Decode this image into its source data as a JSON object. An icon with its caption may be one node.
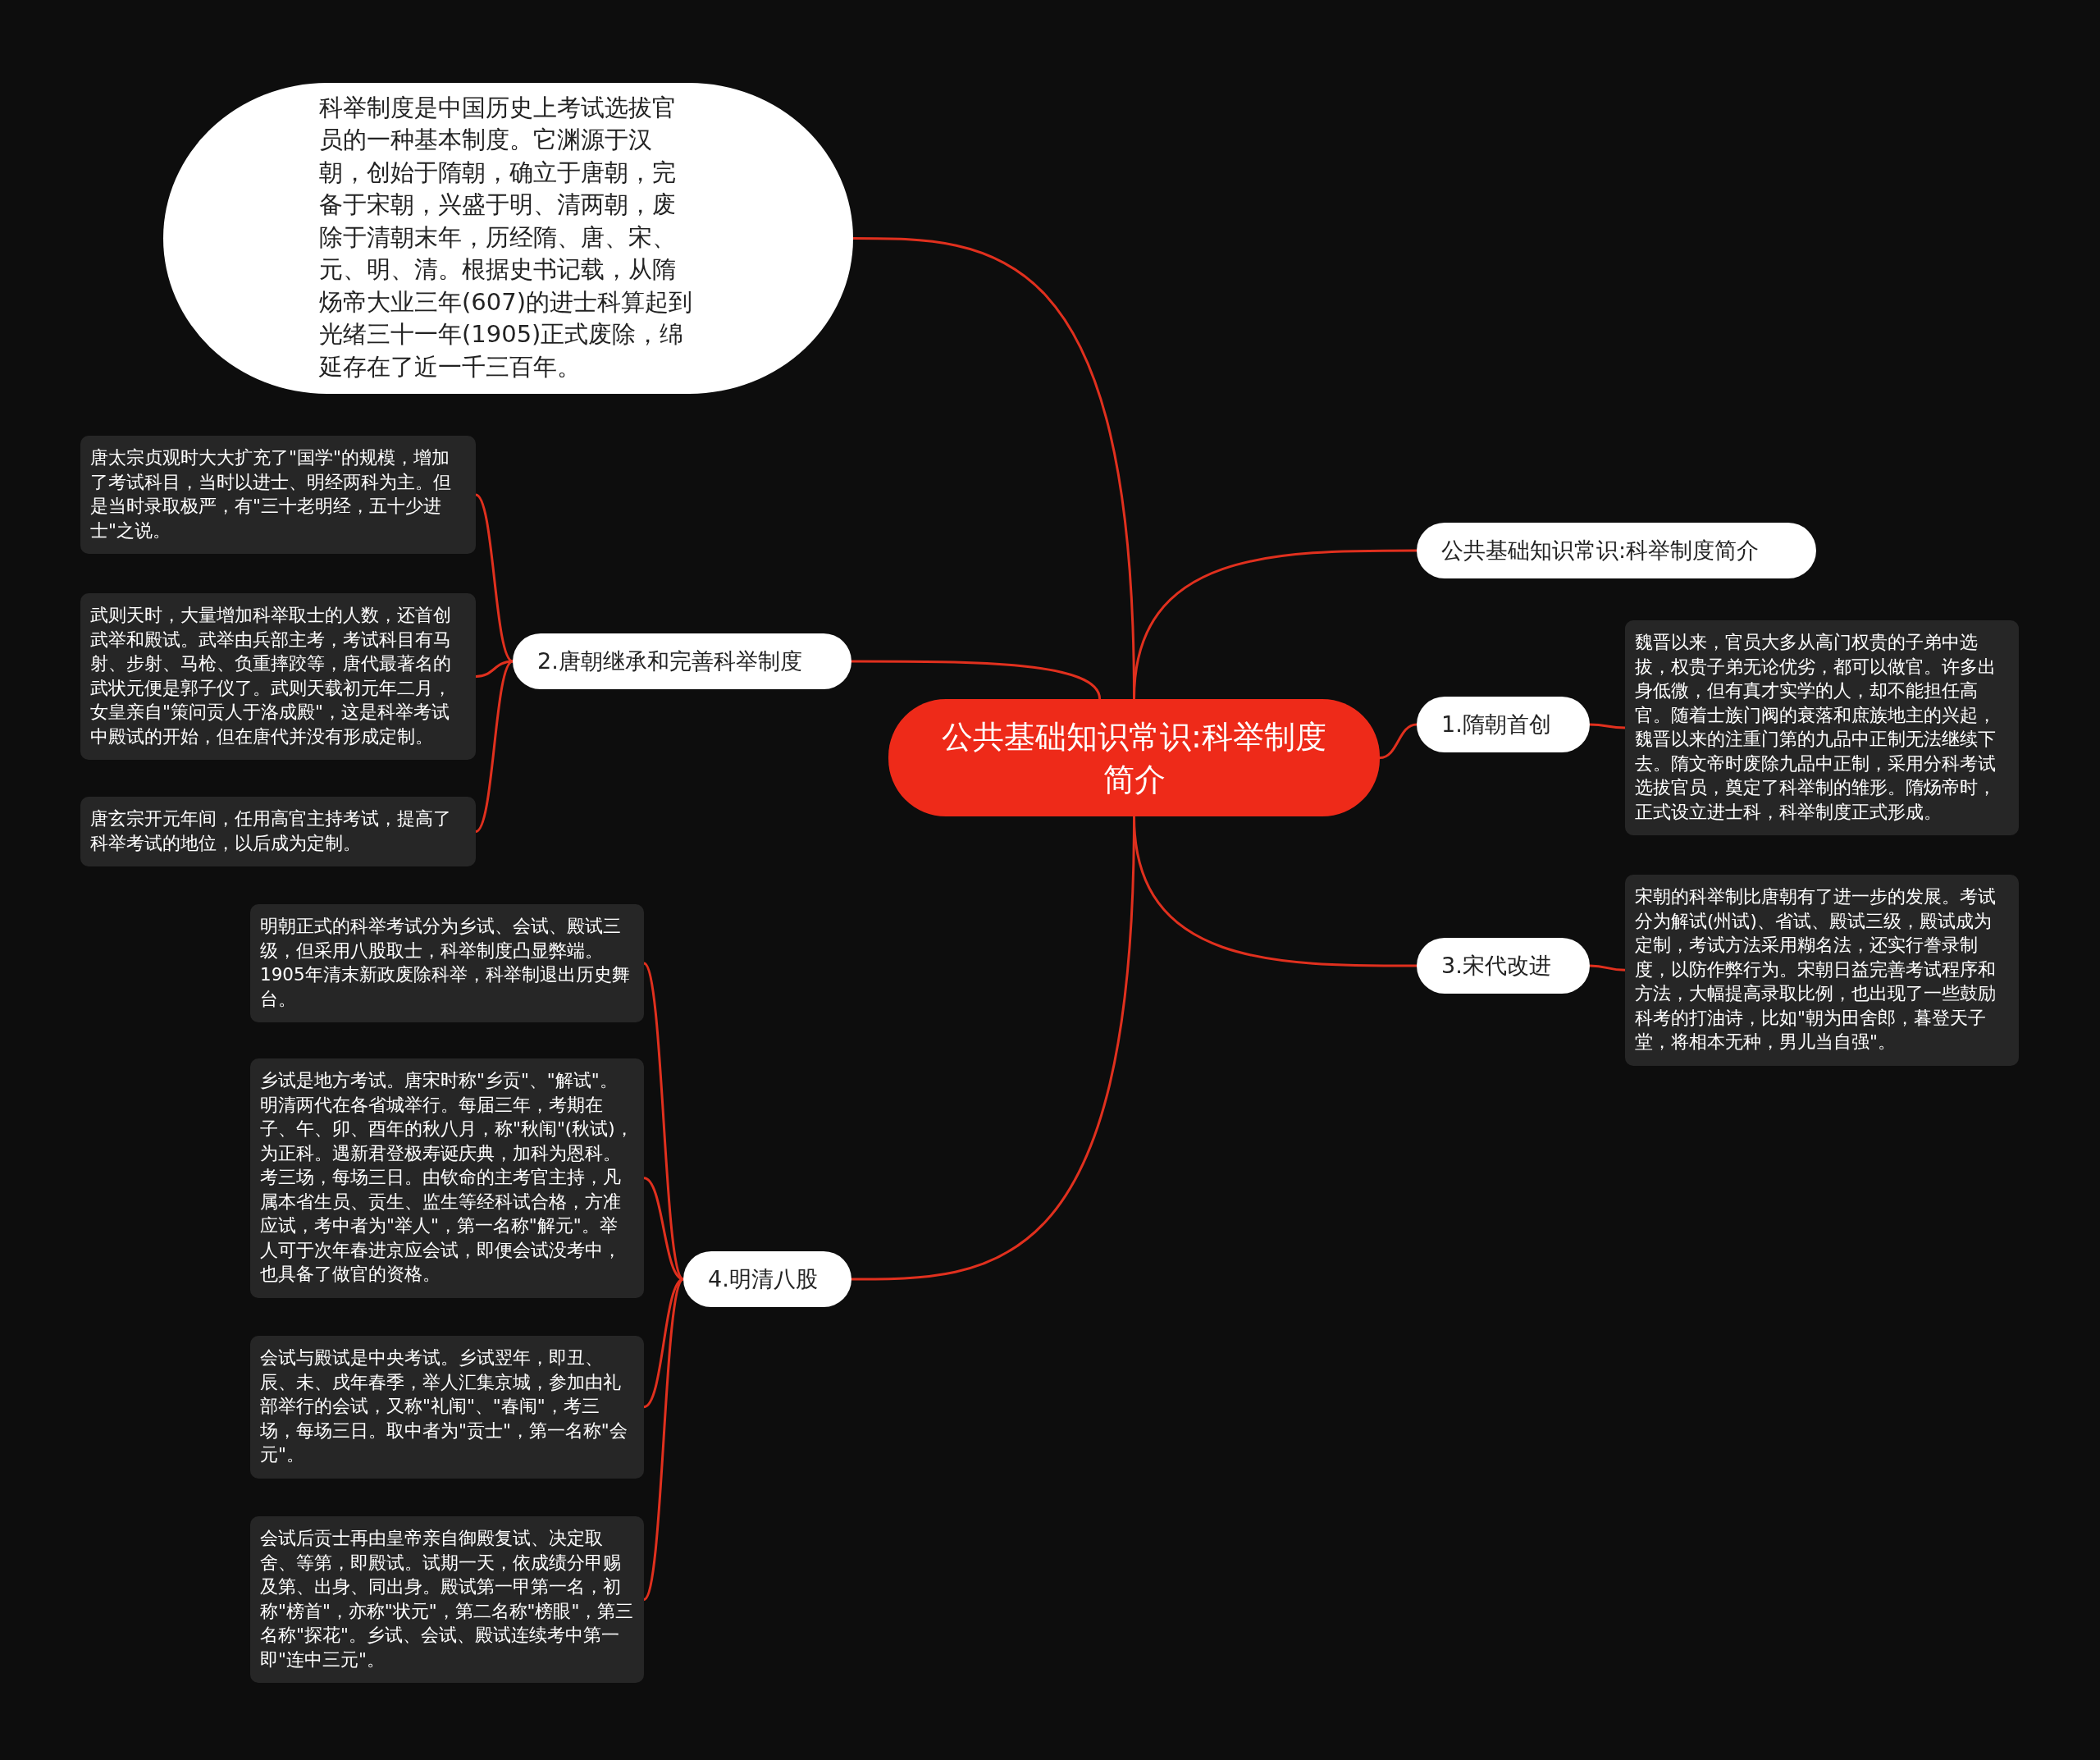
{
  "diagram": {
    "nodes": [
      {
        "text": [
          "公共基础知识常识:科举制度简介"
        ]
      },
      {
        "text": [
          "科举制度是中国历史上考试选拔官员的一种基本制度。它渊源于汉朝，创始于隋朝，确立于唐朝，完备于宋朝，兴盛于明、清两朝，废除于清朝末年，历经隋、唐、宋、元、明、清。根据史书记载，从隋炀帝大业三年(607)的进士科算起到光绪三十一年(1905)正式废除，绵延存在了近一千三百年。"
        ]
      },
      {
        "text": [
          "公共基础知识常识:科举制度简介"
        ]
      },
      {
        "text": [
          "1.隋朝首创"
        ]
      },
      {
        "text": [
          "魏晋以来，官员大多从高门权贵的子弟中选拔，权贵子弟无论优劣，都可以做官。许多出身低微，但有真才实学的人，却不能担任高官。随着士族门阀的衰落和庶族地主的兴起，魏晋以来的注重门第的九品中正制无法继续下去。隋文帝时废除九品中正制，采用分科考试选拔官员，奠定了科举制的雏形。隋炀帝时，正式设立进士科，科举制度正式形成。"
        ]
      },
      {
        "text": [
          "3.宋代改进"
        ]
      },
      {
        "text": [
          "宋朝的科举制比唐朝有了进一步的发展。考试分为解试(州试)、省试、殿试三级，殿试成为定制，考试方法采用糊名法，还实行誊录制度，以防作弊行为。宋朝日益完善考试程序和方法，大幅提高录取比例，也出现了一些鼓励科考的打油诗，比如\"朝为田舍郎，暮登天子堂，将相本无种，男儿当自强\"。"
        ]
      },
      {
        "text": [
          "2.唐朝继承和完善科举制度"
        ]
      },
      {
        "text": [
          "唐太宗贞观时大大扩充了\"国学\"的规模，增加了考试科目，当时以进士、明经两科为主。但是当时录取极严，有\"三十老明经，五十少进士\"之说。"
        ]
      },
      {
        "text": [
          "武则天时，大量增加科举取士的人数，还首创武举和殿试。武举由兵部主考，考试科目有马射、步射、马枪、负重摔跤等，唐代最著名的武状元便是郭子仪了。武则天载初元年二月，女皇亲自\"策问贡人于洛成殿\"，这是科举考试中殿试的开始，但在唐代并没有形成定制。"
        ]
      },
      {
        "text": [
          "唐玄宗开元年间，任用高官主持考试，提高了科举考试的地位，以后成为定制。"
        ]
      },
      {
        "text": [
          "4.明清八股"
        ]
      },
      {
        "text": [
          "明朝正式的科举考试分为乡试、会试、殿试三级，但采用八股取士，科举制度凸显弊端。1905年清末新政废除科举，科举制退出历史舞台。"
        ]
      },
      {
        "text": [
          "乡试是地方考试。唐宋时称\"乡贡\"、\"解试\"。明清两代在各省城举行。每届三年，考期在子、午、卯、酉年的秋八月，称\"秋闱\"(秋试)，为正科。遇新君登极寿诞庆典，加科为恩科。考三场，每场三日。由钦命的主考官主持，凡属本省生员、贡生、监生等经科试合格，方准应试，考中者为\"举人\"，第一名称\"解元\"。举人可于次年春进京应会试，即便会试没考中，也具备了做官的资格。"
        ]
      },
      {
        "text": [
          "会试与殿试是中央考试。乡试翌年，即丑、辰、未、戌年春季，举人汇集京城，参加由礼部举行的会试，又称\"礼闱\"、\"春闱\"，考三场，每场三日。取中者为\"贡士\"，第一名称\"会元\"。"
        ]
      },
      {
        "text": [
          "会试后贡士再由皇帝亲自御殿复试、决定取舍、等第，即殿试。试期一天，依成绩分甲赐及第、出身、同出身。殿试第一甲第一名，初称\"榜首\"，亦称\"状元\"，第二名称\"榜眼\"，第三名称\"探花\"。乡试、会试、殿试连续考中第一即\"连中三元\"。"
        ]
      }
    ],
    "edges": [
      {
        "from": 0,
        "to": 1,
        "arrow": "none"
      },
      {
        "from": 0,
        "to": 2,
        "arrow": "none"
      },
      {
        "from": 0,
        "to": 3,
        "arrow": "none"
      },
      {
        "from": 3,
        "to": 4,
        "arrow": "none"
      },
      {
        "from": 0,
        "to": 5,
        "arrow": "none"
      },
      {
        "from": 5,
        "to": 6,
        "arrow": "none"
      },
      {
        "from": 0,
        "to": 7,
        "arrow": "none"
      },
      {
        "from": 7,
        "to": 8,
        "arrow": "none"
      },
      {
        "from": 7,
        "to": 9,
        "arrow": "none"
      },
      {
        "from": 7,
        "to": 10,
        "arrow": "none"
      },
      {
        "from": 0,
        "to": 11,
        "arrow": "none"
      },
      {
        "from": 11,
        "to": 12,
        "arrow": "none"
      },
      {
        "from": 11,
        "to": 13,
        "arrow": "none"
      },
      {
        "from": 11,
        "to": 14,
        "arrow": "none"
      },
      {
        "from": 11,
        "to": 15,
        "arrow": "none"
      }
    ]
  }
}
